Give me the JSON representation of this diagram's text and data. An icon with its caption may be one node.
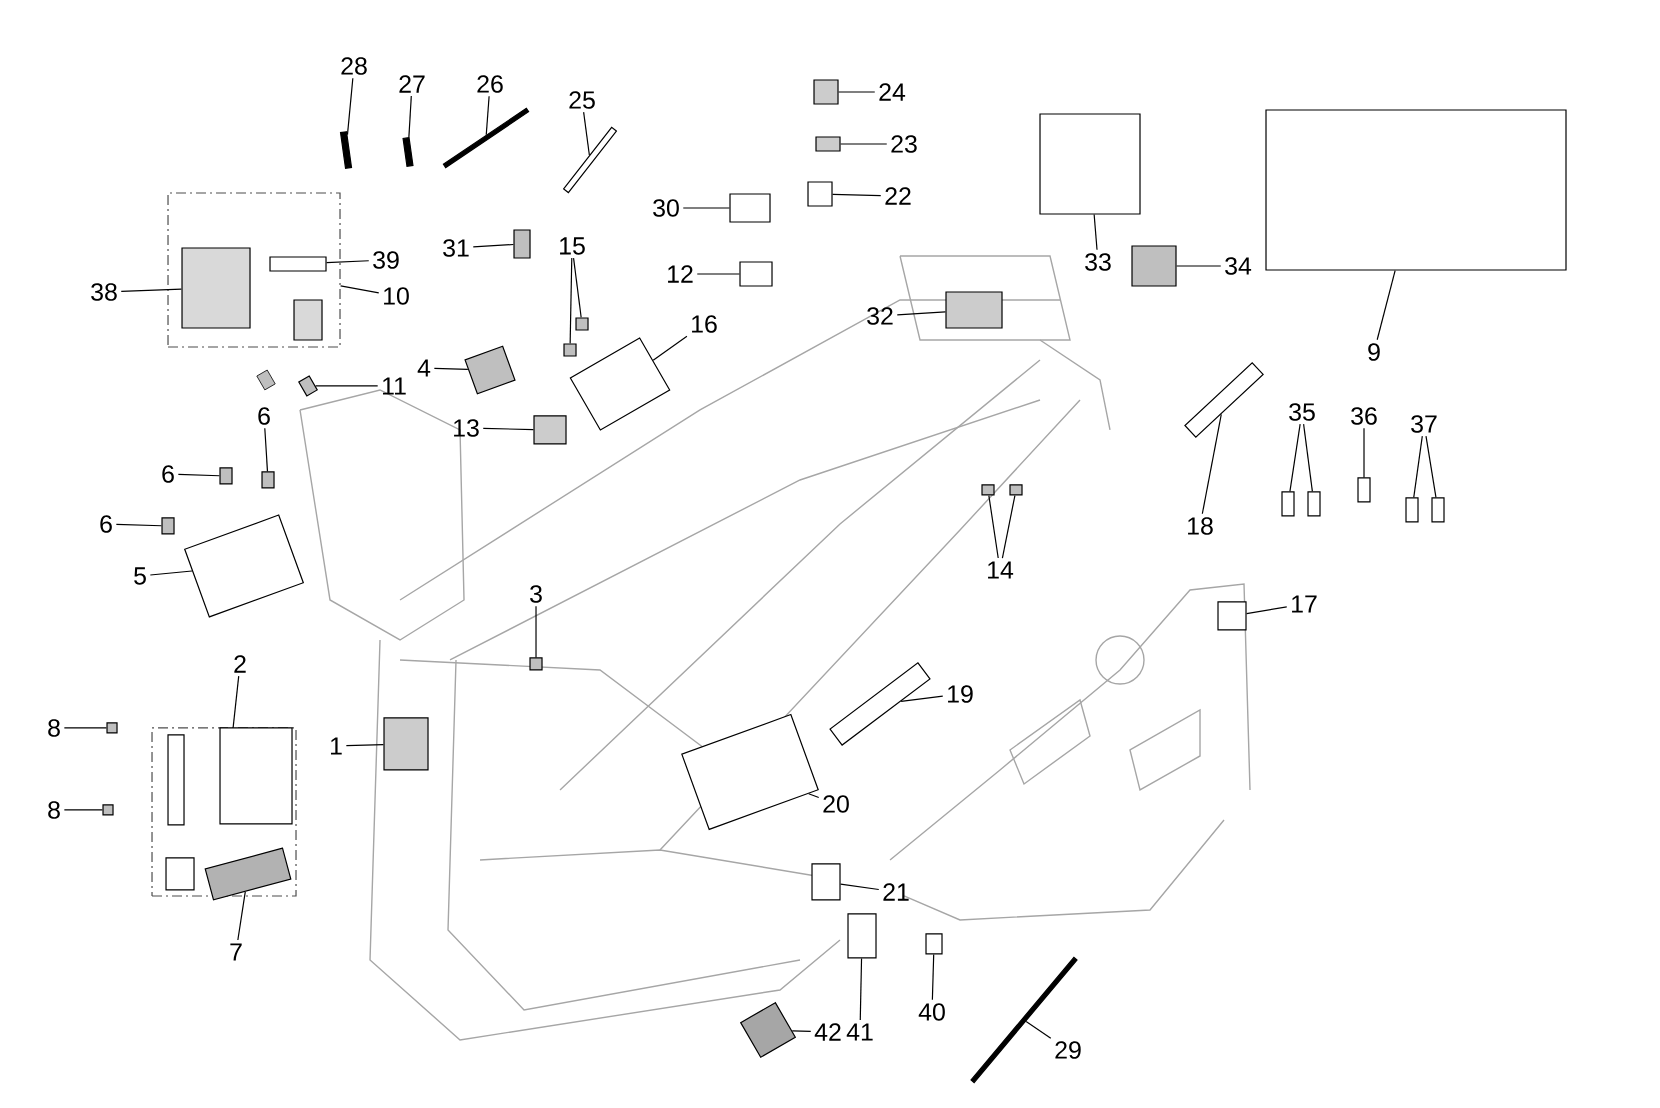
{
  "diagram": {
    "nodes": [
      {
        "text": [
          "28"
        ]
      },
      {
        "text": [],
        "shape": "box"
      },
      {
        "text": [
          "27"
        ]
      },
      {
        "text": [],
        "shape": "box"
      },
      {
        "text": [
          "26"
        ]
      },
      {
        "text": [],
        "shape": "box"
      },
      {
        "text": [
          "25"
        ]
      },
      {
        "text": [],
        "shape": "box"
      },
      {
        "text": [
          "24"
        ]
      },
      {
        "text": [],
        "shape": "box"
      },
      {
        "text": [
          "23"
        ]
      },
      {
        "text": [],
        "shape": "box"
      },
      {
        "text": [
          "22"
        ]
      },
      {
        "text": [],
        "shape": "box"
      },
      {
        "text": [
          "30"
        ]
      },
      {
        "text": [],
        "shape": "box"
      },
      {
        "text": [
          "12"
        ]
      },
      {
        "text": [],
        "shape": "box"
      },
      {
        "text": [
          "31"
        ]
      },
      {
        "text": [],
        "shape": "box"
      },
      {
        "text": [
          "38"
        ]
      },
      {
        "text": [],
        "shape": "box"
      },
      {
        "text": [],
        "shape": "box",
        "in": 21
      },
      {
        "text": [],
        "shape": "box",
        "in": 21
      },
      {
        "text": [],
        "shape": "box",
        "in": 21
      },
      {
        "text": [
          "39"
        ]
      },
      {
        "text": [
          "10"
        ]
      },
      {
        "text": [
          "11"
        ]
      },
      {
        "text": [],
        "shape": "box"
      },
      {
        "text": [
          "4"
        ]
      },
      {
        "text": [],
        "shape": "box"
      },
      {
        "text": [
          "15"
        ]
      },
      {
        "text": [],
        "shape": "box"
      },
      {
        "text": [],
        "shape": "box"
      },
      {
        "text": [
          "16"
        ]
      },
      {
        "text": [],
        "shape": "box"
      },
      {
        "text": [
          "13"
        ]
      },
      {
        "text": [],
        "shape": "box"
      },
      {
        "text": [
          "33"
        ]
      },
      {
        "text": [],
        "shape": "box"
      },
      {
        "text": [
          "34"
        ]
      },
      {
        "text": [],
        "shape": "box"
      },
      {
        "text": [
          "32"
        ]
      },
      {
        "text": [],
        "shape": "box"
      },
      {
        "text": [
          "9"
        ]
      },
      {
        "text": [],
        "shape": "box"
      },
      {
        "text": [
          "6"
        ]
      },
      {
        "text": [],
        "shape": "box"
      },
      {
        "text": [
          "6"
        ]
      },
      {
        "text": [],
        "shape": "box"
      },
      {
        "text": [
          "6"
        ]
      },
      {
        "text": [],
        "shape": "box"
      },
      {
        "text": [
          "5"
        ]
      },
      {
        "text": [],
        "shape": "box"
      },
      {
        "text": [
          "18"
        ]
      },
      {
        "text": [],
        "shape": "box"
      },
      {
        "text": [
          "35"
        ]
      },
      {
        "text": [],
        "shape": "box"
      },
      {
        "text": [],
        "shape": "box"
      },
      {
        "text": [
          "36"
        ]
      },
      {
        "text": [],
        "shape": "box"
      },
      {
        "text": [
          "37"
        ]
      },
      {
        "text": [],
        "shape": "box"
      },
      {
        "text": [],
        "shape": "box"
      },
      {
        "text": [
          "14"
        ]
      },
      {
        "text": [],
        "shape": "box"
      },
      {
        "text": [],
        "shape": "box"
      },
      {
        "text": [
          "17"
        ]
      },
      {
        "text": [],
        "shape": "box"
      },
      {
        "text": [
          "3"
        ]
      },
      {
        "text": [],
        "shape": "box"
      },
      {
        "text": [
          "2"
        ]
      },
      {
        "text": [],
        "shape": "box"
      },
      {
        "text": [],
        "shape": "box",
        "in": 72
      },
      {
        "text": [],
        "shape": "box",
        "in": 72
      },
      {
        "text": [],
        "shape": "box",
        "in": 72
      },
      {
        "text": [],
        "shape": "box",
        "in": 72
      },
      {
        "text": [
          "8"
        ]
      },
      {
        "text": [],
        "shape": "box"
      },
      {
        "text": [
          "8"
        ]
      },
      {
        "text": [],
        "shape": "box"
      },
      {
        "text": [
          "7"
        ]
      },
      {
        "text": [
          "1"
        ]
      },
      {
        "text": [],
        "shape": "box"
      },
      {
        "text": [
          "19"
        ]
      },
      {
        "text": [],
        "shape": "box"
      },
      {
        "text": [
          "20"
        ]
      },
      {
        "text": [],
        "shape": "box"
      },
      {
        "text": [
          "21"
        ]
      },
      {
        "text": [],
        "shape": "box"
      },
      {
        "text": [
          "41"
        ]
      },
      {
        "text": [],
        "shape": "box"
      },
      {
        "text": [
          "40"
        ]
      },
      {
        "text": [],
        "shape": "box"
      },
      {
        "text": [
          "42"
        ]
      },
      {
        "text": [],
        "shape": "box"
      },
      {
        "text": [
          "29"
        ]
      },
      {
        "text": [],
        "shape": "box"
      }
    ],
    "edges": [
      {
        "from": 0,
        "to": 1,
        "arrow": "none"
      },
      {
        "from": 2,
        "to": 3,
        "arrow": "none"
      },
      {
        "from": 4,
        "to": 5,
        "arrow": "none"
      },
      {
        "from": 6,
        "to": 7,
        "arrow": "none"
      },
      {
        "from": 8,
        "to": 9,
        "arrow": "none"
      },
      {
        "from": 10,
        "to": 11,
        "arrow": "none"
      },
      {
        "from": 12,
        "to": 13,
        "arrow": "none"
      },
      {
        "from": 14,
        "to": 15,
        "arrow": "none"
      },
      {
        "from": 16,
        "to": 17,
        "arrow": "none"
      },
      {
        "from": 18,
        "to": 19,
        "arrow": "none"
      },
      {
        "from": 20,
        "to": 22,
        "arrow": "none"
      },
      {
        "from": 25,
        "to": 23,
        "arrow": "none"
      },
      {
        "from": 26,
        "to": 21,
        "arrow": "none"
      },
      {
        "from": 27,
        "to": 28,
        "arrow": "none"
      },
      {
        "from": 29,
        "to": 30,
        "arrow": "none"
      },
      {
        "from": 31,
        "to": 32,
        "arrow": "none"
      },
      {
        "from": 31,
        "to": 33,
        "arrow": "none"
      },
      {
        "from": 34,
        "to": 35,
        "arrow": "none"
      },
      {
        "from": 36,
        "to": 37,
        "arrow": "none"
      },
      {
        "from": 38,
        "to": 39,
        "arrow": "none"
      },
      {
        "from": 40,
        "to": 41,
        "arrow": "none"
      },
      {
        "from": 42,
        "to": 43,
        "arrow": "none"
      },
      {
        "from": 44,
        "to": 45,
        "arrow": "none"
      },
      {
        "from": 46,
        "to": 47,
        "arrow": "none"
      },
      {
        "from": 48,
        "to": 49,
        "arrow": "none"
      },
      {
        "from": 50,
        "to": 51,
        "arrow": "none"
      },
      {
        "from": 52,
        "to": 53,
        "arrow": "none"
      },
      {
        "from": 54,
        "to": 55,
        "arrow": "none"
      },
      {
        "from": 56,
        "to": 57,
        "arrow": "none"
      },
      {
        "from": 56,
        "to": 58,
        "arrow": "none"
      },
      {
        "from": 59,
        "to": 60,
        "arrow": "none"
      },
      {
        "from": 61,
        "to": 62,
        "arrow": "none"
      },
      {
        "from": 61,
        "to": 63,
        "arrow": "none"
      },
      {
        "from": 64,
        "to": 65,
        "arrow": "none"
      },
      {
        "from": 64,
        "to": 66,
        "arrow": "none"
      },
      {
        "from": 67,
        "to": 68,
        "arrow": "none"
      },
      {
        "from": 69,
        "to": 70,
        "arrow": "none"
      },
      {
        "from": 71,
        "to": 72,
        "arrow": "none"
      },
      {
        "from": 77,
        "to": 78,
        "arrow": "none"
      },
      {
        "from": 79,
        "to": 80,
        "arrow": "none"
      },
      {
        "from": 81,
        "to": 76,
        "arrow": "none"
      },
      {
        "from": 82,
        "to": 83,
        "arrow": "none"
      },
      {
        "from": 84,
        "to": 85,
        "arrow": "none"
      },
      {
        "from": 86,
        "to": 87,
        "arrow": "none"
      },
      {
        "from": 88,
        "to": 89,
        "arrow": "none"
      },
      {
        "from": 90,
        "to": 91,
        "arrow": "none"
      },
      {
        "from": 92,
        "to": 93,
        "arrow": "none"
      },
      {
        "from": 94,
        "to": 95,
        "arrow": "none"
      },
      {
        "from": 96,
        "to": 97,
        "arrow": "none"
      }
    ]
  }
}
